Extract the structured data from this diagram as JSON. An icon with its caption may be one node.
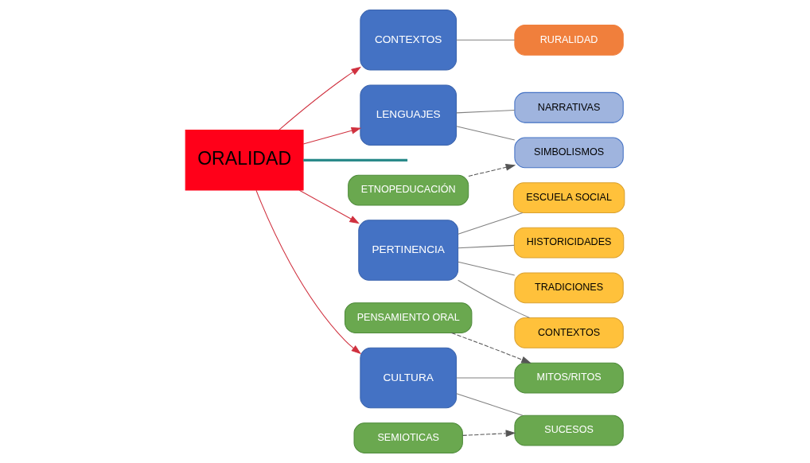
{
  "diagram": {
    "nodes": [
      {
        "text": [
          "ORALIDAD"
        ]
      },
      {
        "text": [
          "PERTINENCIA"
        ]
      },
      {
        "text": [
          "CONTEXTOS"
        ]
      },
      {
        "text": [
          "ESCUELA SOCIAL"
        ]
      },
      {
        "text": [
          "HISTORICIDADES"
        ]
      },
      {
        "text": [
          "TRADICIONES"
        ]
      },
      {
        "text": [
          "CULTURA"
        ]
      },
      {
        "text": [
          "MITOS/RITOS"
        ]
      },
      {
        "text": [
          "SUCESOS"
        ]
      },
      {
        "text": [
          "LENGUAJES"
        ]
      },
      {
        "text": [
          "CONTEXTOS"
        ]
      },
      {
        "text": [
          "SIMBOLISMOS"
        ]
      },
      {
        "text": [
          "NARRATIVAS"
        ]
      },
      {
        "text": [
          "RURALIDAD"
        ]
      },
      {
        "text": [
          "ETNOPEDUCACIÓN"
        ]
      },
      {
        "text": [
          "SEMIOTICAS"
        ]
      },
      {
        "text": [
          "PENSAMIENTO ORAL"
        ]
      }
    ],
    "edges": [
      {
        "from": 0,
        "to": 1,
        "arrow": "to",
        "color": "#d0313f"
      },
      {
        "from": 0,
        "to": 6,
        "arrow": "to",
        "color": "#d0313f"
      },
      {
        "from": 0,
        "to": 9,
        "arrow": "to",
        "color": "#d0313f"
      },
      {
        "from": 0,
        "to": 10,
        "arrow": "to",
        "color": "#d0313f"
      },
      {
        "from": 0,
        "to": null,
        "arrow": "none",
        "style": "thick",
        "color": "#2a8a8a"
      },
      {
        "from": 1,
        "to": 2,
        "arrow": "none"
      },
      {
        "from": 1,
        "to": 3,
        "arrow": "none"
      },
      {
        "from": 1,
        "to": 4,
        "arrow": "none"
      },
      {
        "from": 1,
        "to": 5,
        "arrow": "none"
      },
      {
        "from": 6,
        "to": 7,
        "arrow": "none"
      },
      {
        "from": 6,
        "to": 8,
        "arrow": "none"
      },
      {
        "from": 9,
        "to": 11,
        "arrow": "none"
      },
      {
        "from": 9,
        "to": 12,
        "arrow": "none"
      },
      {
        "from": 10,
        "to": 13,
        "arrow": "none"
      },
      {
        "from": 14,
        "to": 11,
        "arrow": "to",
        "style": "dashed",
        "color": "#555555"
      },
      {
        "from": 15,
        "to": 8,
        "arrow": "to",
        "style": "dashed",
        "color": "#555555"
      },
      {
        "from": 16,
        "to": 7,
        "arrow": "to",
        "style": "dashed",
        "color": "#555555"
      }
    ]
  }
}
